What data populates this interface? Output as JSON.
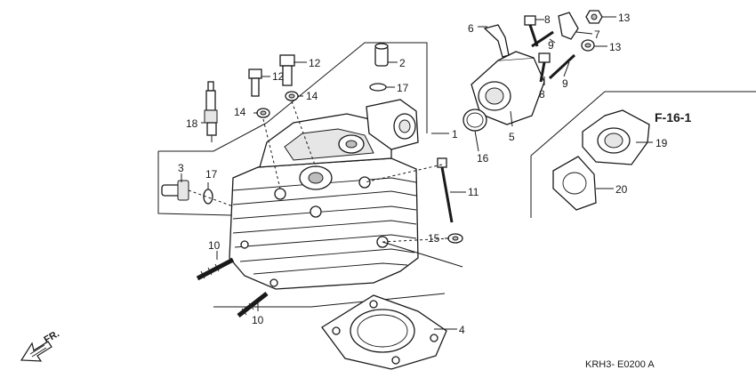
{
  "diagram": {
    "callouts": [
      {
        "id": "c1",
        "text": "1"
      },
      {
        "id": "c2",
        "text": "2"
      },
      {
        "id": "c3",
        "text": "3"
      },
      {
        "id": "c4",
        "text": "4"
      },
      {
        "id": "c5",
        "text": "5"
      },
      {
        "id": "c6",
        "text": "6"
      },
      {
        "id": "c7",
        "text": "7"
      },
      {
        "id": "c8a",
        "text": "8"
      },
      {
        "id": "c8b",
        "text": "8"
      },
      {
        "id": "c9a",
        "text": "9"
      },
      {
        "id": "c9b",
        "text": "9"
      },
      {
        "id": "c10a",
        "text": "10"
      },
      {
        "id": "c10b",
        "text": "10"
      },
      {
        "id": "c11",
        "text": "11"
      },
      {
        "id": "c12a",
        "text": "12"
      },
      {
        "id": "c12b",
        "text": "12"
      },
      {
        "id": "c13a",
        "text": "13"
      },
      {
        "id": "c13b",
        "text": "13"
      },
      {
        "id": "c14a",
        "text": "14"
      },
      {
        "id": "c14b",
        "text": "14"
      },
      {
        "id": "c15",
        "text": "15"
      },
      {
        "id": "c16",
        "text": "16"
      },
      {
        "id": "c17a",
        "text": "17"
      },
      {
        "id": "c17b",
        "text": "17"
      },
      {
        "id": "c18",
        "text": "18"
      },
      {
        "id": "c19",
        "text": "19"
      },
      {
        "id": "c20",
        "text": "20"
      }
    ],
    "ref_label": "F-16-1",
    "front_marker": "FR.",
    "drawing_code": "KRH3- E0200 A"
  }
}
